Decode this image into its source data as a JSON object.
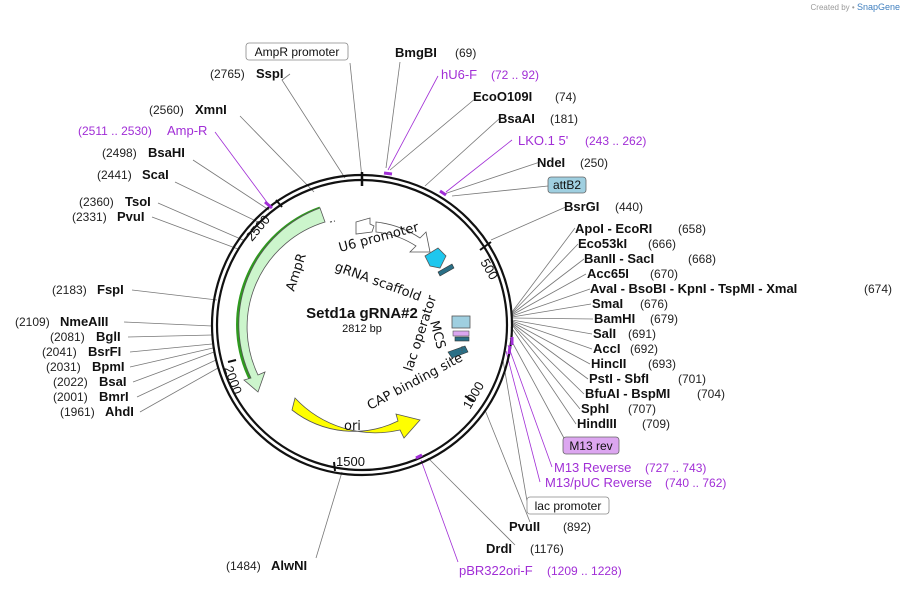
{
  "credit": {
    "prefix": "Created by",
    "brand": "SnapGene"
  },
  "plasmid": {
    "name": "Setd1a gRNA#2",
    "size_label": "2812 bp"
  },
  "ticks": [
    "500",
    "1000",
    "1500",
    "2000",
    "2500"
  ],
  "features": {
    "ampr": "AmpR",
    "ori": "ori",
    "u6": "U6 promoter",
    "grna": "gRNA scaffold",
    "mcs": "MCS",
    "lacop": "lac operator",
    "cap": "CAP binding site"
  },
  "boxes": {
    "ampr_promoter": "AmpR promoter",
    "attb2": "attB2",
    "m13rev": "M13 rev",
    "lac_promoter": "lac promoter"
  },
  "sites_top": [
    {
      "name": "BmgBI",
      "pos": "(69)"
    },
    {
      "name": "EcoO109I",
      "pos": "(74)"
    },
    {
      "name": "BsaAI",
      "pos": "(181)"
    },
    {
      "name": "NdeI",
      "pos": "(250)"
    },
    {
      "name": "BsrGI",
      "pos": "(440)"
    }
  ],
  "primers_top": [
    {
      "name": "hU6-F",
      "pos": "(72 .. 92)"
    },
    {
      "name": "LKO.1 5'",
      "pos": "(243 .. 262)"
    }
  ],
  "mcs_rows": [
    {
      "text": "ApoI  -  EcoRI",
      "pos": "(658)"
    },
    {
      "text": "Eco53kI",
      "pos": "(666)"
    },
    {
      "text": "BanII  -  SacI",
      "pos": "(668)"
    },
    {
      "text": "Acc65I",
      "pos": "(670)"
    },
    {
      "text": "AvaI  -  BsoBI  -  KpnI  -  TspMI  -  XmaI",
      "pos": "(674)"
    },
    {
      "text": "SmaI",
      "pos": "(676)"
    },
    {
      "text": "BamHI",
      "pos": "(679)"
    },
    {
      "text": "SalI",
      "pos": "(691)"
    },
    {
      "text": "AccI",
      "pos": "(692)"
    },
    {
      "text": "HincII",
      "pos": "(693)"
    },
    {
      "text": "PstI  -  SbfI",
      "pos": "(701)"
    },
    {
      "text": "BfuAI  -  BspMI",
      "pos": "(704)"
    },
    {
      "text": "SphI",
      "pos": "(707)"
    },
    {
      "text": "HindIII",
      "pos": "(709)"
    }
  ],
  "primers_right": [
    {
      "name": "M13 Reverse",
      "pos": "(727 .. 743)"
    },
    {
      "name": "M13/pUC Reverse",
      "pos": "(740 .. 762)"
    }
  ],
  "sites_bottom": [
    {
      "name": "PvuII",
      "pos": "(892)"
    },
    {
      "name": "DrdI",
      "pos": "(1176)"
    },
    {
      "name": "AlwNI",
      "pos": "(1484)"
    }
  ],
  "primer_bottom": {
    "name": "pBR322ori-F",
    "pos": "(1209 .. 1228)"
  },
  "sites_left": [
    {
      "pos": "(2765)",
      "name": "SspI"
    },
    {
      "pos": "(2560)",
      "name": "XmnI"
    },
    {
      "pos": "(2498)",
      "name": "BsaHI"
    },
    {
      "pos": "(2441)",
      "name": "ScaI"
    },
    {
      "pos": "(2360)",
      "name": "TsoI"
    },
    {
      "pos": "(2331)",
      "name": "PvuI"
    },
    {
      "pos": "(2183)",
      "name": "FspI"
    },
    {
      "pos": "(2109)",
      "name": "NmeAIII"
    },
    {
      "pos": "(2081)",
      "name": "BglI"
    },
    {
      "pos": "(2041)",
      "name": "BsrFI"
    },
    {
      "pos": "(2031)",
      "name": "BpmI"
    },
    {
      "pos": "(2022)",
      "name": "BsaI"
    },
    {
      "pos": "(2001)",
      "name": "BmrI"
    },
    {
      "pos": "(1961)",
      "name": "AhdI"
    }
  ],
  "primer_left": {
    "pos": "(2511 .. 2530)",
    "name": "Amp-R"
  },
  "colors": {
    "backbone": "#111111",
    "primer": "#a12ed6",
    "ampr_fill": "#ccf5cc",
    "ampr_bar": "#2f9a1f",
    "ori_fill": "#ffff00",
    "u6_fill": "#ffffff",
    "attb2_fill": "#9fcfe0",
    "m13_fill": "#dca6f0",
    "mcs_fill": "#1ec7ee",
    "lac_fill": "#2a6f86"
  }
}
